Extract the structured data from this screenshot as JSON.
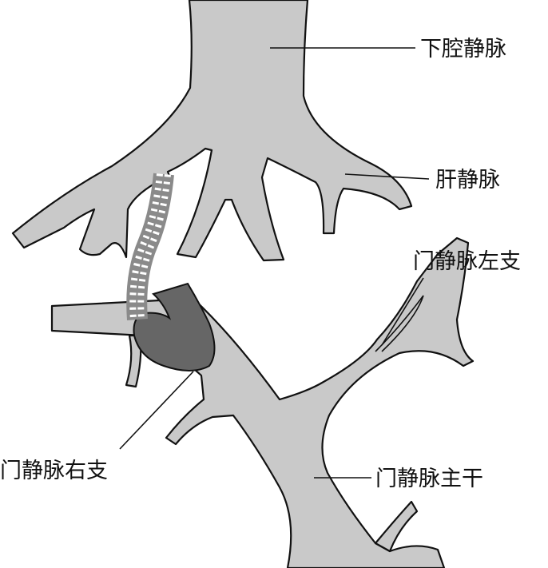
{
  "labels": {
    "ivc": "下腔静脉",
    "hepatic_vein": "肝静脉",
    "portal_left": "门静脉左支",
    "portal_right": "门静脉右支",
    "portal_main": "门静脉主干"
  },
  "colors": {
    "vessel": "#c9c9c9",
    "portal_right_branch": "#666666",
    "stent": "#8a8a8a",
    "outline": "#111111"
  }
}
